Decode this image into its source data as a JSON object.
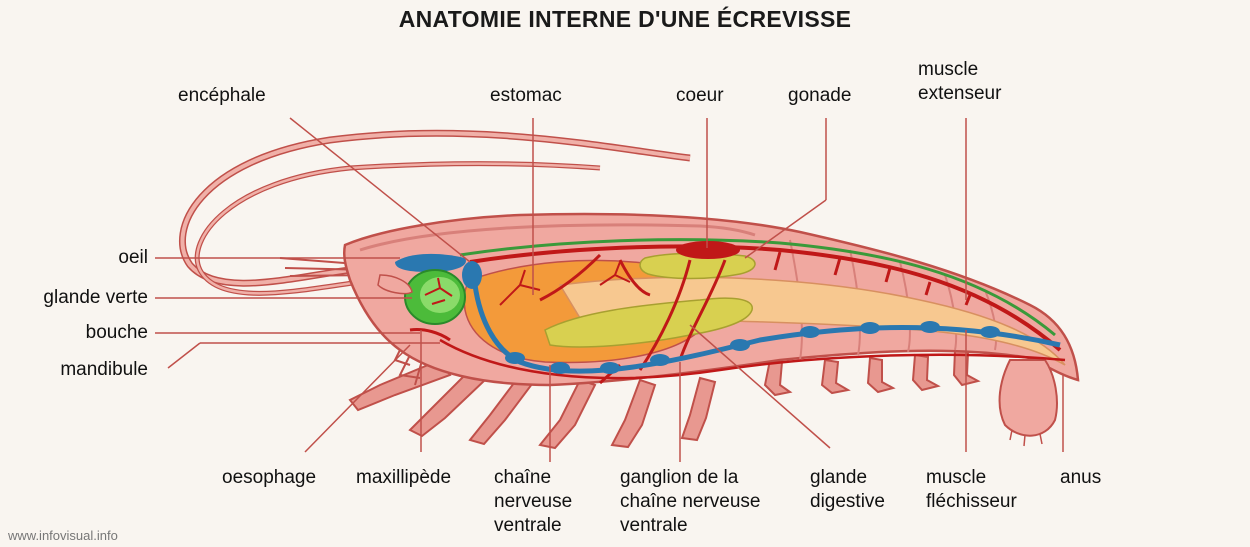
{
  "title": "ANATOMIE INTERNE D'UNE ÉCREVISSE",
  "watermark": "www.infovisual.info",
  "labels": {
    "encephale": "encéphale",
    "estomac": "estomac",
    "coeur": "coeur",
    "gonade": "gonade",
    "muscle_extenseur": [
      "muscle",
      "extenseur"
    ],
    "oeil": "oeil",
    "glande_verte": "glande verte",
    "bouche": "bouche",
    "mandibule": "mandibule",
    "oesophage": "oesophage",
    "maxillipede": "maxillipède",
    "chaine_nerveuse": [
      "chaîne",
      "nerveuse",
      "ventrale"
    ],
    "ganglion": [
      "ganglion de la",
      "chaîne nerveuse",
      "ventrale"
    ],
    "glande_digestive": [
      "glande",
      "digestive"
    ],
    "muscle_flechisseur": [
      "muscle",
      "fléchisseur"
    ],
    "anus": "anus"
  },
  "colors": {
    "body": "#f0a8a0",
    "outline": "#c0504a",
    "artery": "#c01818",
    "nerve": "#2a78b0",
    "stomach": "#f39a3a",
    "gland": "#d8d050",
    "green_gland": "#4cbb3a",
    "leader_line": "#c0504a"
  }
}
